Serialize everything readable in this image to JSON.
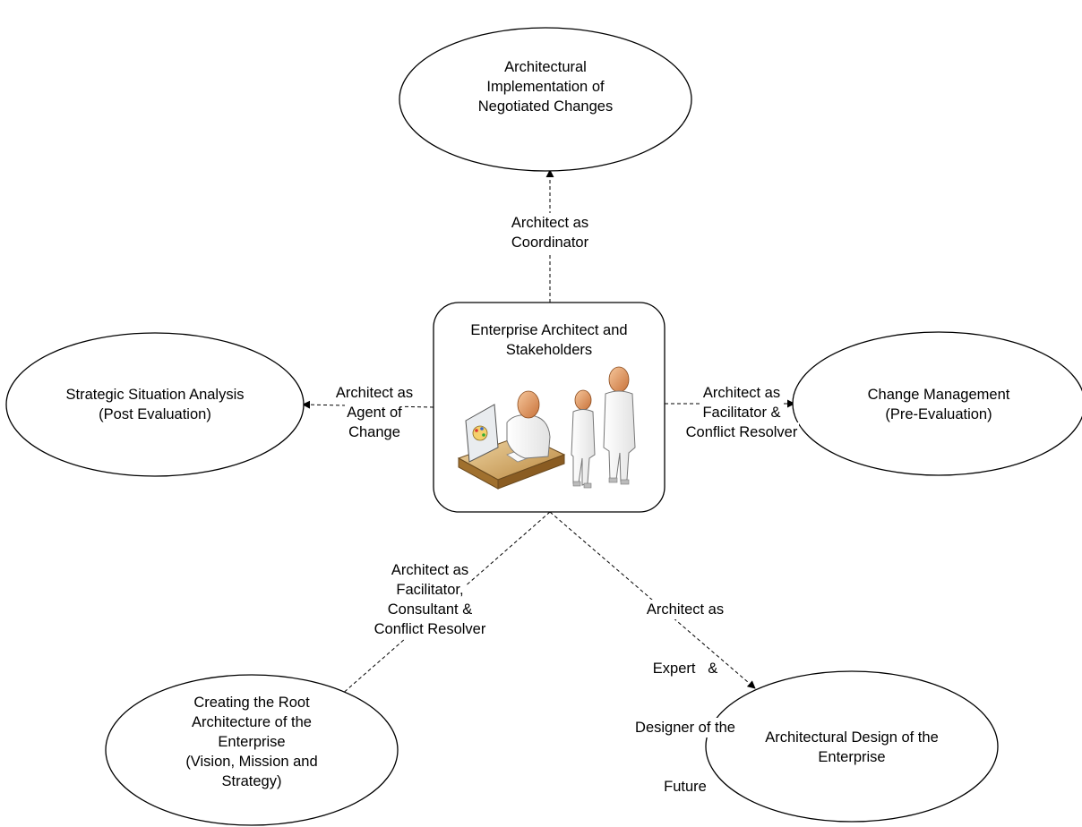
{
  "center": {
    "title_lines": [
      "Enterprise Architect and",
      "Stakeholders"
    ]
  },
  "nodes": {
    "top": {
      "lines": [
        "Architectural",
        "Implementation of",
        "Negotiated Changes"
      ]
    },
    "left": {
      "lines": [
        "Strategic Situation Analysis",
        "(Post Evaluation)"
      ]
    },
    "right": {
      "lines": [
        "Change Management",
        "(Pre-Evaluation)"
      ]
    },
    "bottom_left": {
      "lines": [
        "Creating the Root",
        "Architecture of the",
        "Enterprise",
        "(Vision, Mission and",
        "Strategy)"
      ]
    },
    "bottom_right": {
      "lines": [
        "Architectural Design of the",
        "Enterprise"
      ]
    }
  },
  "edges": {
    "top": {
      "lines": [
        "Architect as",
        "Coordinator"
      ]
    },
    "left": {
      "lines": [
        "Architect as",
        "Agent of",
        "Change"
      ]
    },
    "right": {
      "lines": [
        "Architect as",
        "Facilitator &",
        "Conflict Resolver"
      ]
    },
    "bottom_left": {
      "lines": [
        "Architect as",
        "Facilitator,",
        "Consultant &",
        "Conflict Resolver"
      ]
    },
    "bottom_right": {
      "lines": [
        "Architect as",
        "Expert   &",
        "Designer of the",
        "Future"
      ]
    }
  }
}
